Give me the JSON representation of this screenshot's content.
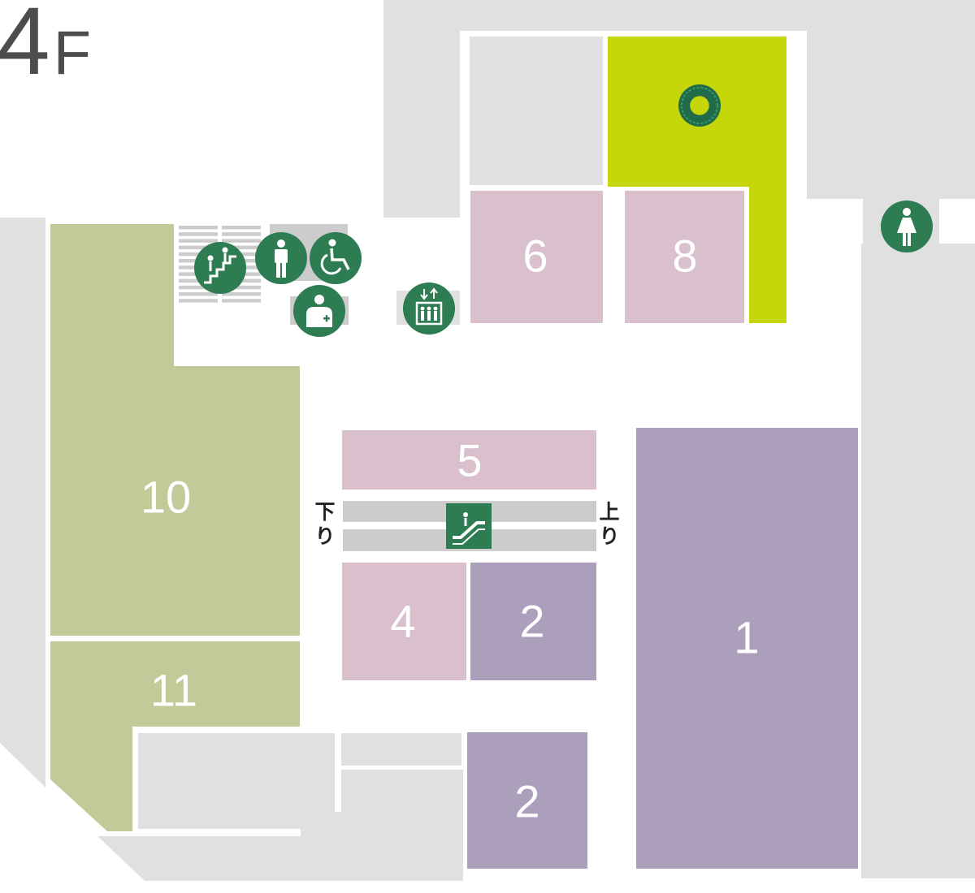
{
  "floor": {
    "number": "4",
    "unit": "F"
  },
  "colors": {
    "common": "#e0e0e0",
    "service": "#cccccc",
    "light_purple": "#d9c0cc",
    "purple": "#ab9fbb",
    "olive": "#c3ca99",
    "lime": "#c5d60a",
    "facility": "#2e7d52"
  },
  "units": [
    "1",
    "2",
    "2",
    "4",
    "5",
    "6",
    "8",
    "10",
    "11"
  ],
  "escalator": {
    "down": "下り",
    "up": "上り"
  },
  "facilities": [
    "stairs-icon",
    "mens-restroom-icon",
    "accessible-restroom-icon",
    "first-aid-icon",
    "elevator-icon",
    "womens-restroom-icon",
    "escalator-icon"
  ]
}
